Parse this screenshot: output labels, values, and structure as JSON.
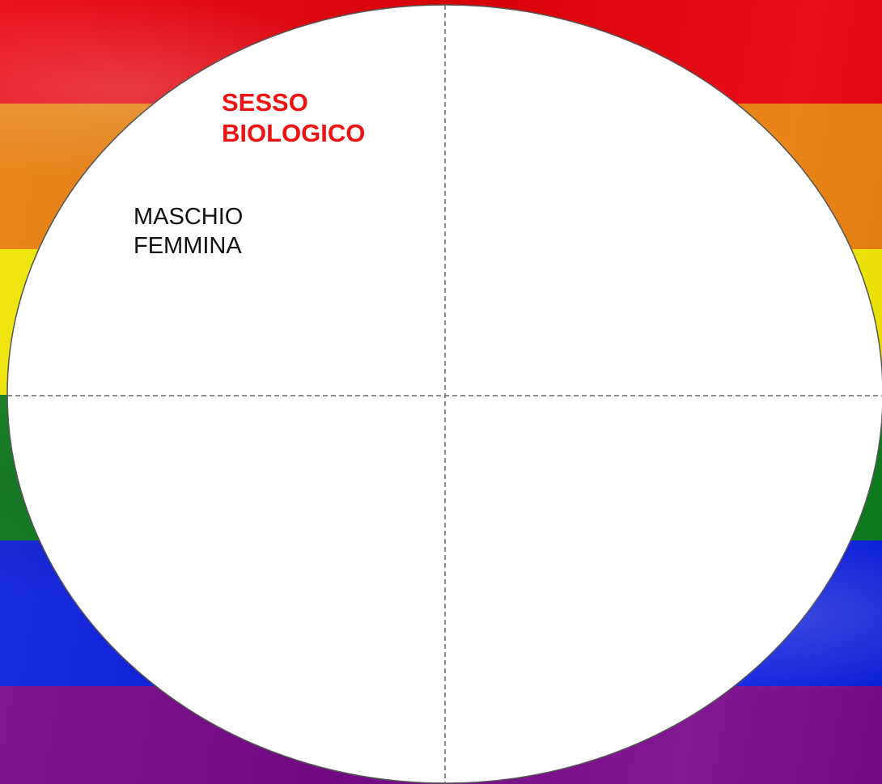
{
  "background": {
    "stripes": [
      {
        "name": "red",
        "color": "#e8000a"
      },
      {
        "name": "orange",
        "color": "#e87e0a"
      },
      {
        "name": "yellow",
        "color": "#f2e600"
      },
      {
        "name": "green",
        "color": "#0a7d1a"
      },
      {
        "name": "blue",
        "color": "#0a1ee0"
      },
      {
        "name": "violet",
        "color": "#7a0a8c"
      }
    ]
  },
  "diagram": {
    "circle_fill": "#ffffff",
    "circle_stroke": "#555555",
    "divider_color": "#666666",
    "quadrants": [
      {
        "title_lines": [
          "SESSO",
          "BIOLOGICO"
        ],
        "title_color": "#ee1111",
        "items": [
          "MASCHIO",
          "FEMMINA"
        ]
      },
      {
        "title_lines": [],
        "items": []
      },
      {
        "title_lines": [],
        "items": []
      },
      {
        "title_lines": [],
        "items": []
      }
    ]
  }
}
